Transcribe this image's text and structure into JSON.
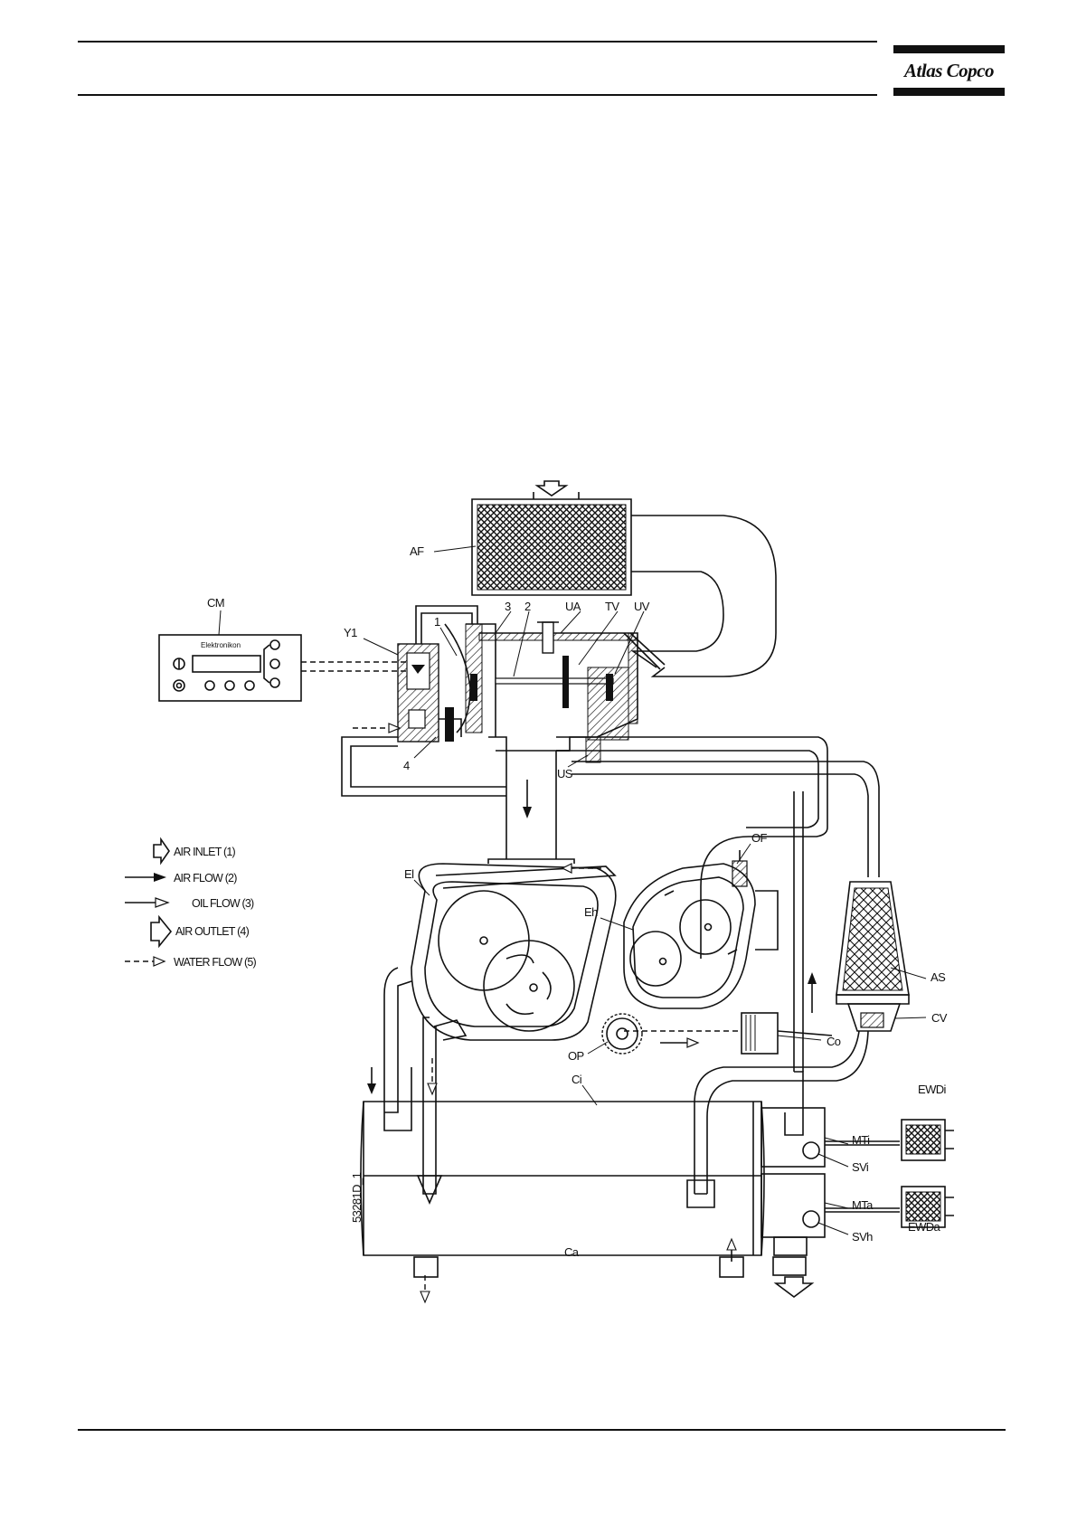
{
  "brand": {
    "logo_text": "Atlas Copco"
  },
  "diagram": {
    "ref_number": "53281D_1",
    "labels": {
      "AF": "AF",
      "CM": "CM",
      "Y1": "Y1",
      "n1": "1",
      "n2": "2",
      "n3": "3",
      "n4": "4",
      "UA": "UA",
      "TV": "TV",
      "UV": "UV",
      "US": "US",
      "OF": "OF",
      "El": "El",
      "Eh": "Eh",
      "AS": "AS",
      "CV": "CV",
      "Co": "Co",
      "OP": "OP",
      "Ci": "Ci",
      "Ca": "Ca",
      "EWDi": "EWDi",
      "MTi": "MTi",
      "SVi": "SVi",
      "MTa": "MTa",
      "EWDa": "EWDa",
      "SVh": "SVh"
    },
    "controller": {
      "display_brand": "Elektronikon"
    },
    "legend": [
      {
        "label": "AIR INLET (1)",
        "symbol": "hollow-arrow-small"
      },
      {
        "label": "AIR FLOW (2)",
        "symbol": "solid-arrow"
      },
      {
        "label": "OIL FLOW (3)",
        "symbol": "open-arrow"
      },
      {
        "label": "AIR OUTLET (4)",
        "symbol": "hollow-arrow-large"
      },
      {
        "label": "WATER FLOW (5)",
        "symbol": "dashed-arrow"
      }
    ]
  }
}
